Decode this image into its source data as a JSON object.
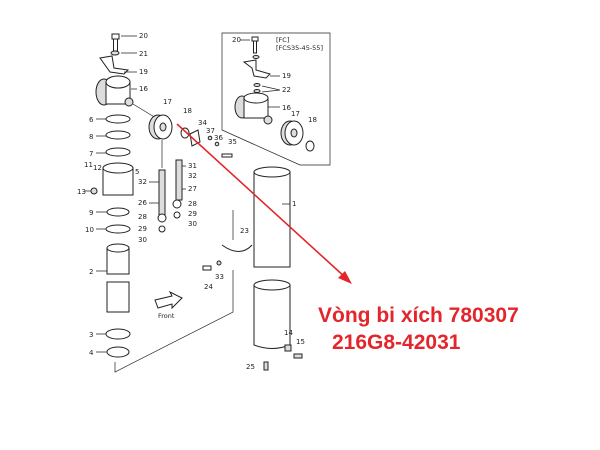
{
  "diagram": {
    "inset_labels": [
      "[FC]",
      "[FCS35-45-55]"
    ],
    "front_label": "Front",
    "callouts": {
      "c20": "20",
      "c21": "21",
      "c19": "19",
      "c16": "16",
      "c17": "17",
      "c18": "18",
      "c6": "6",
      "c8": "8",
      "c7": "7",
      "c11": "11",
      "c12": "12",
      "c5": "5",
      "c13": "13",
      "c9": "9",
      "c10": "10",
      "c34": "34",
      "c37": "37",
      "c36": "36",
      "c35": "35",
      "c31": "31",
      "c32a": "32",
      "c32b": "32",
      "c27": "27",
      "c26": "26",
      "c28a": "28",
      "c28b": "28",
      "c29a": "29",
      "c29b": "29",
      "c30a": "30",
      "c30b": "30",
      "c1": "1",
      "c23": "23",
      "c33": "33",
      "c24": "24",
      "c2": "2",
      "c3": "3",
      "c4": "4",
      "c14": "14",
      "c15": "15",
      "c25": "25",
      "i20": "20",
      "i19": "19",
      "i22": "22",
      "i16": "16",
      "i17": "17",
      "i18": "18"
    },
    "arrow_color": "#e3262b"
  },
  "caption": {
    "line1": "Vòng bi xích 780307",
    "line2": "216G8-42031",
    "color": "#e3262b"
  }
}
